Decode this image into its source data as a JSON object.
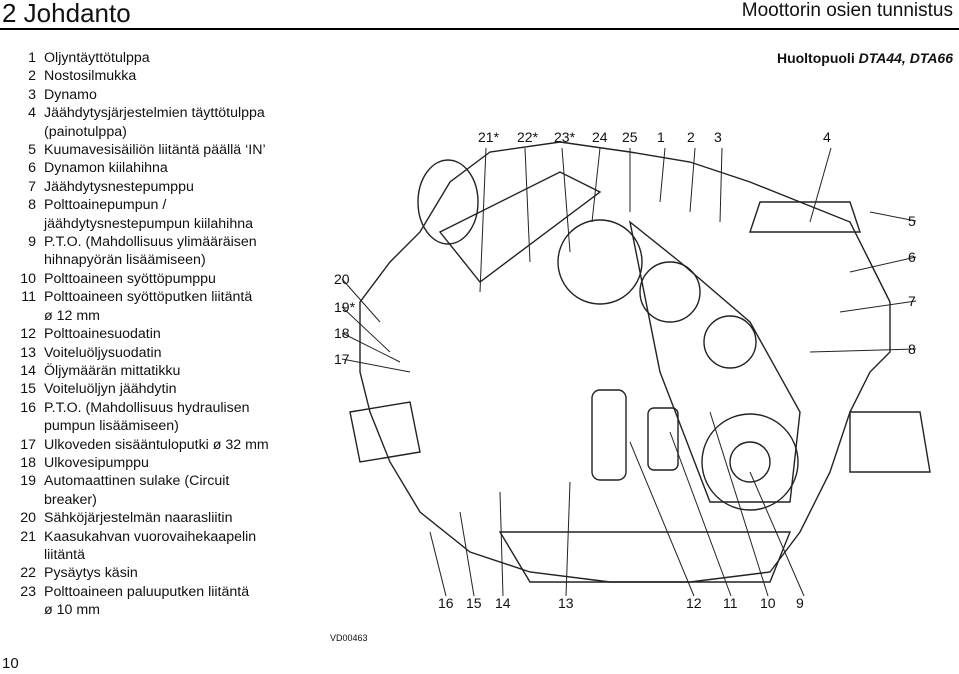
{
  "header": {
    "chapter": "2 Johdanto",
    "section": "Moottorin osien tunnistus"
  },
  "subtitle": {
    "prefix": "Huoltopuoli ",
    "models": "DTA44, DTA66"
  },
  "legend": [
    {
      "num": "1",
      "text": "Oljyntäyttötulppa"
    },
    {
      "num": "2",
      "text": "Nostosilmukka"
    },
    {
      "num": "3",
      "text": "Dynamo"
    },
    {
      "num": "4",
      "text": "Jäähdytysjärjestelmien täyttötulppa"
    },
    {
      "num": "",
      "text": "(painotulppa)"
    },
    {
      "num": "5",
      "text": "Kuumavesisäiliön liitäntä päällä ‘IN’"
    },
    {
      "num": "6",
      "text": "Dynamon kiilahihna"
    },
    {
      "num": "7",
      "text": "Jäähdytysnestepumppu"
    },
    {
      "num": "8",
      "text": "Polttoainepumpun /"
    },
    {
      "num": "",
      "text": "jäähdytysnestepumpun kiilahihna"
    },
    {
      "num": "9",
      "text": "P.T.O. (Mahdollisuus ylimääräisen"
    },
    {
      "num": "",
      "text": "hihnapyörän lisäämiseen)"
    },
    {
      "num": "10",
      "text": "Polttoaineen syöttöpumppu"
    },
    {
      "num": "11",
      "text": "Polttoaineen syöttöputken liitäntä"
    },
    {
      "num": "",
      "text": "ø 12 mm"
    },
    {
      "num": "12",
      "text": "Polttoainesuodatin"
    },
    {
      "num": "13",
      "text": "Voiteluöljysuodatin"
    },
    {
      "num": "14",
      "text": "Öljymäärän mittatikku"
    },
    {
      "num": "15",
      "text": "Voiteluöljyn jäähdytin"
    },
    {
      "num": "16",
      "text": "P.T.O. (Mahdollisuus hydraulisen"
    },
    {
      "num": "",
      "text": "pumpun lisäämiseen)"
    },
    {
      "num": "17",
      "text": "Ulkoveden sisääntuloputki ø 32 mm"
    },
    {
      "num": "18",
      "text": "Ulkovesipumppu"
    },
    {
      "num": "19",
      "text": "Automaattinen sulake (Circuit"
    },
    {
      "num": "",
      "text": "breaker)"
    },
    {
      "num": "20",
      "text": "Sähköjärjestelmän naarasliitin"
    },
    {
      "num": "21",
      "text": "Kaasukahvan vuorovaihekaapelin"
    },
    {
      "num": "",
      "text": "liitäntä"
    },
    {
      "num": "22",
      "text": "Pysäytys käsin"
    },
    {
      "num": "23",
      "text": "Polttoaineen paluuputken liitäntä"
    },
    {
      "num": "",
      "text": "ø 10 mm"
    }
  ],
  "diagram": {
    "code": "VD00463",
    "callouts_top": [
      "21*",
      "22*",
      "23*",
      "24",
      "25",
      "1",
      "2",
      "3",
      "4"
    ],
    "callouts_left": [
      "20",
      "19*",
      "18",
      "17"
    ],
    "callouts_right": [
      "5",
      "6",
      "7",
      "8"
    ],
    "callouts_bottom": [
      "16",
      "15",
      "14",
      "13",
      "12",
      "11",
      "10",
      "9"
    ]
  },
  "footer": {
    "page_number": "10"
  }
}
